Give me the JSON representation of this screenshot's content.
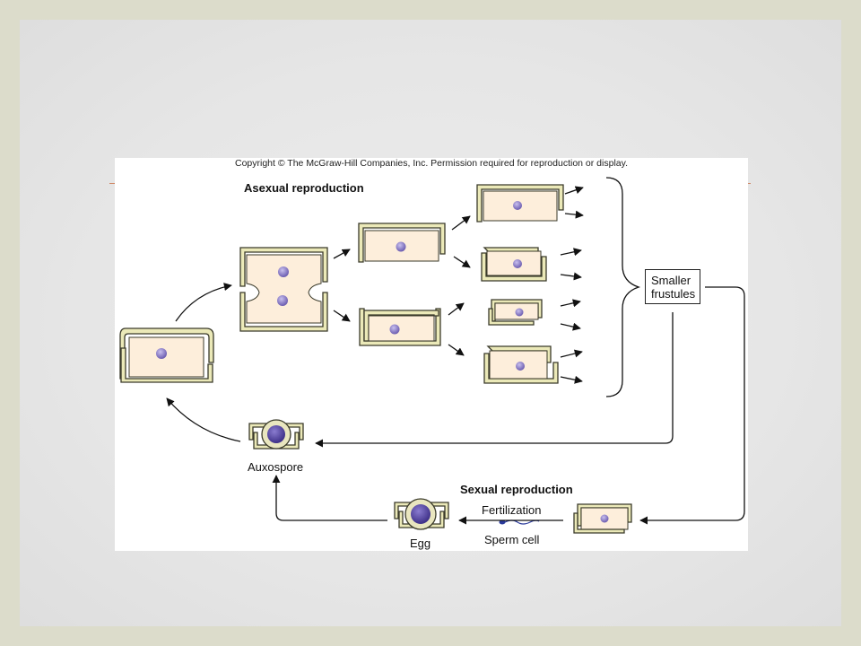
{
  "copyright": "Copyright © The McGraw-Hill Companies, Inc. Permission required for reproduction or display.",
  "labels": {
    "asexual": "Asexual reproduction",
    "smaller_line1": "Smaller",
    "smaller_line2": "frustules",
    "auxospore": "Auxospore",
    "sexual": "Sexual reproduction",
    "fertilization": "Fertilization",
    "sperm_cell": "Sperm cell",
    "egg": "Egg"
  },
  "colors": {
    "frame_bg": "#dcdccb",
    "cell_fill": "#fdeedb",
    "wall_fill": "#ebe9b8",
    "wall_stroke": "#3a3a2a",
    "nucleus": "#8f82c4",
    "nucleus_dark": "#5a4ca0",
    "arrow": "#111111"
  }
}
